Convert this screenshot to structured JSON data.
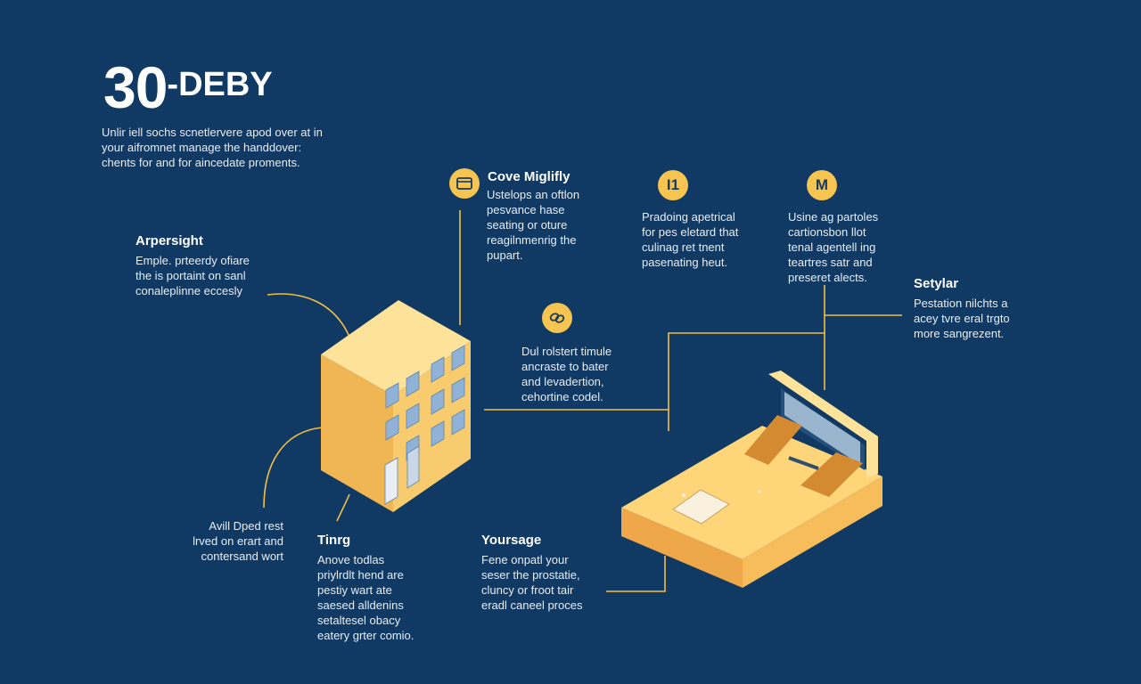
{
  "title": {
    "main": "30",
    "suffix": "-DEBY"
  },
  "intro": [
    "Unlir iell sochs scnetlervere apod over at in",
    "your aifromnet manage the handdover:",
    "chents for and for aincedate proments."
  ],
  "blocks": {
    "arpersight": {
      "heading": "Arpersight",
      "lines": [
        "Emple. prteerdy ofiare",
        "the is portaint on sanl",
        "conaleplinne eccesly"
      ]
    },
    "cove": {
      "heading": "Cove Miglifly",
      "lines": [
        "Ustelops an oftlon",
        "pesvance hase",
        "seating or oture",
        "reagilnmenrig the",
        "pupart."
      ]
    },
    "i1": {
      "lines": [
        "Pradoing apetrical",
        "for pes eletard that",
        "culinag ret tnent",
        "pasenating heut."
      ]
    },
    "m": {
      "lines": [
        "Usine ag partoles",
        "cartionsbon llot",
        "tenal agentell ing",
        "teartres satr and",
        "preseret alects."
      ]
    },
    "setylar": {
      "heading": "Setylar",
      "lines": [
        "Pestation nilchts a",
        "acey tvre eral trgto",
        "more sangrezent."
      ]
    },
    "middle": {
      "lines": [
        "Dul rolstert timule",
        "ancraste to bater",
        "and levadertion,",
        "cehortine codel."
      ]
    },
    "avill": {
      "lines": [
        "Avill Dped rest",
        "lrved on erart and",
        "contersand wort"
      ]
    },
    "tinrg": {
      "heading": "Tinrg",
      "lines": [
        "Anove todlas",
        "priylrdlt hend are",
        "pestiy wart ate",
        "saesed alldenins",
        "setaltesel obacy",
        "eatery grter comio."
      ]
    },
    "yoursage": {
      "heading": "Yoursage",
      "lines": [
        "Fene onpatl your",
        "seser the prostatie,",
        "cluncy or froot tair",
        "eradl caneel proces"
      ]
    }
  },
  "badges": {
    "i1": "I1",
    "m": "M"
  },
  "icons": {
    "cove": "browser-window-icon",
    "middle": "link-chain-icon"
  },
  "colors": {
    "background": "#103a64",
    "accent": "#f5c451",
    "connector": "#f3bf44",
    "text": "#ffffff"
  }
}
